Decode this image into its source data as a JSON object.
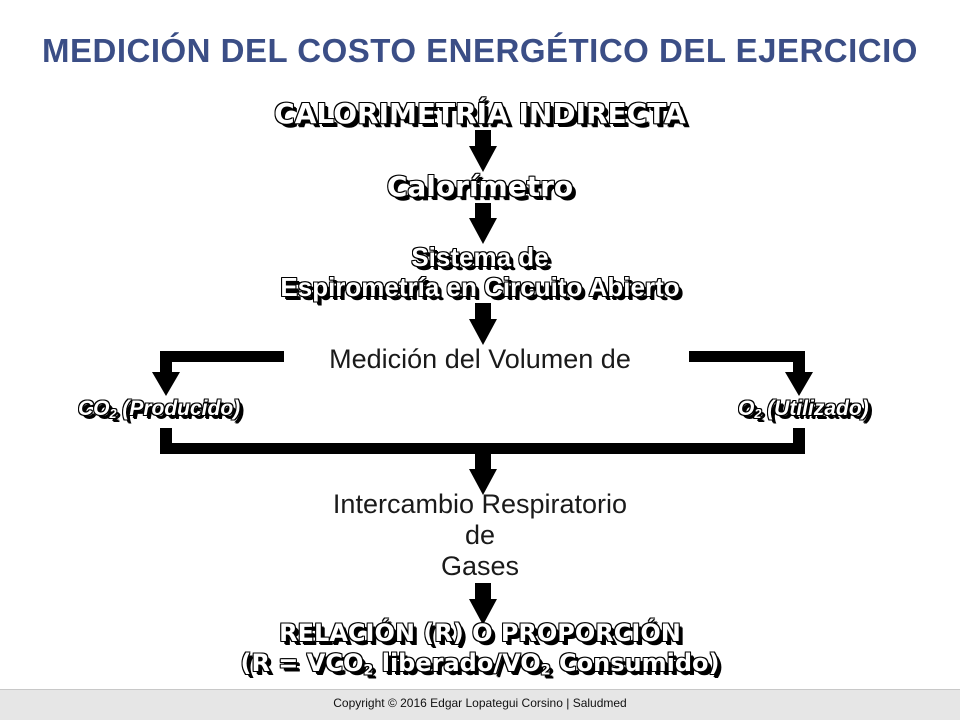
{
  "title": "MEDICIÓN DEL COSTO ENERGÉTICO DEL EJERCICIO",
  "step1": "CALORIMETRÍA INDIRECTA",
  "step2": "Calorímetro",
  "step3_line1": "Sistema de",
  "step3_line2": "Espirometría en Circuito Abierto",
  "step4": "Medición del Volumen de",
  "left_branch": {
    "prefix": "CO",
    "sub": "2",
    "suffix": " (Producido)"
  },
  "right_branch": {
    "prefix": "O",
    "sub": "2",
    "suffix": " (Utilizado)"
  },
  "step5_line1": "Intercambio Respiratorio",
  "step5_line2": "de",
  "step5_line3": "Gases",
  "result_line1": "RELACIÓN (R) O PROPORCIÓN",
  "result_line2": {
    "part1": "(R = VCO",
    "sub1": "2",
    "part2": " liberado/VO",
    "sub2": "2",
    "part3": " Consumido)"
  },
  "footer": "Copyright © 2016 Edgar Lopategui Corsino | Saludmed"
}
